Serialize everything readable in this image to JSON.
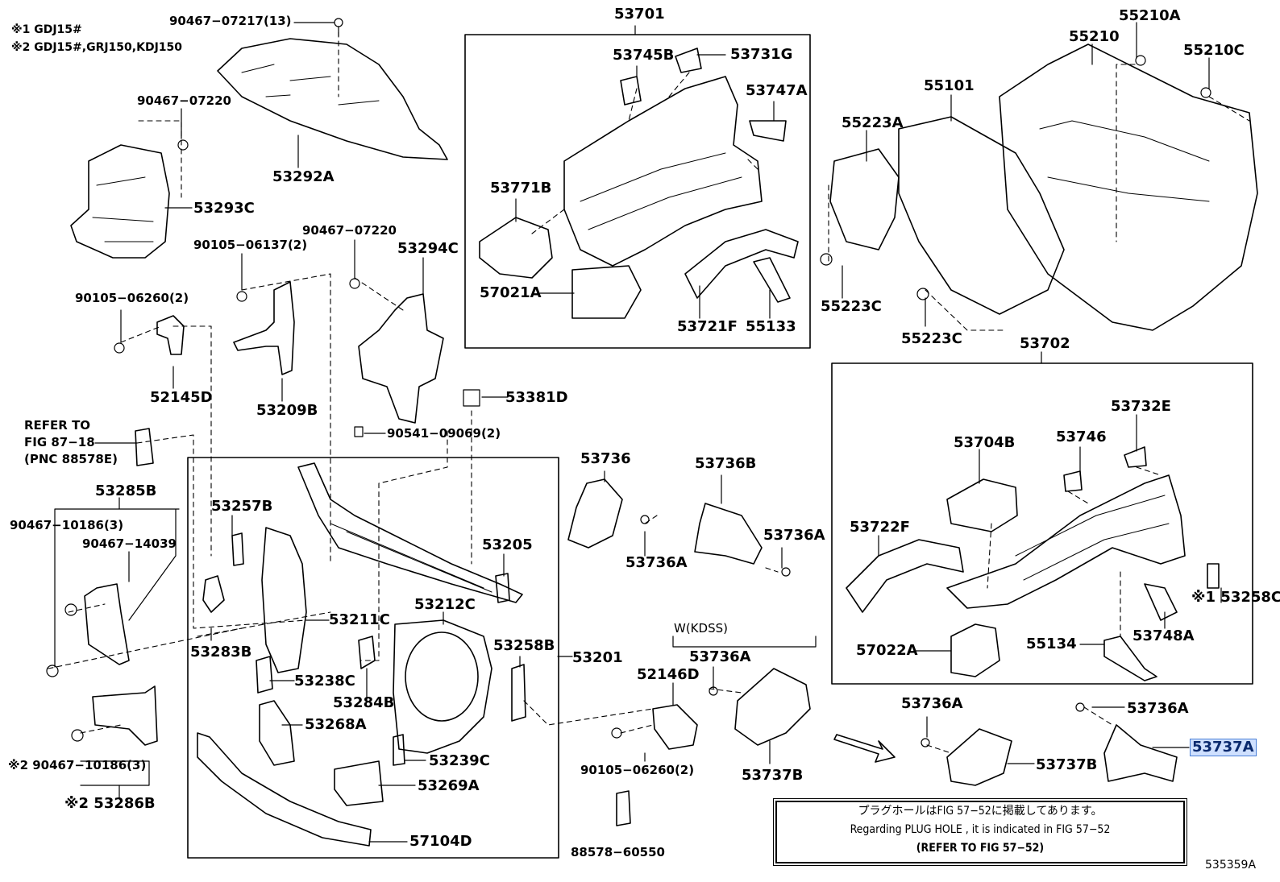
{
  "header": {
    "note1": "※1 GDJ15#",
    "note2": "※2 GDJ15#,GRJ150,KDJ150"
  },
  "footer": {
    "diagram_id": "535359A",
    "plug_note_jp": "プラグホールはFIG 57−52に掲載してあります。",
    "plug_note_en": "Regarding  PLUG  HOLE , it is indicated in FIG  57−52",
    "plug_note_ref": "(REFER  TO  FIG  57−52)"
  },
  "refer": {
    "line1": "REFER  TO",
    "line2": "FIG  87−18",
    "line3": "(PNC  88578E)"
  },
  "wkdss": "W(KDSS)",
  "labels": {
    "p90467_07217": "90467−07217(13)",
    "p90467_07220a": "90467−07220",
    "p53292A": "53292A",
    "p53293C": "53293C",
    "p90105_06137": "90105−06137(2)",
    "p90467_07220b": "90467−07220",
    "p53294C": "53294C",
    "p90105_06260a": "90105−06260(2)",
    "p52145D": "52145D",
    "p53209B": "53209B",
    "p53381D": "53381D",
    "p90541_09069": "90541−09069(2)",
    "p53285B": "53285B",
    "p90467_10186a": "90467−10186(3)",
    "p90467_14039": "90467−14039",
    "p53257B": "53257B",
    "p53205": "53205",
    "p53211C": "53211C",
    "p53212C": "53212C",
    "p53283B": "53283B",
    "p53238C": "53238C",
    "p53284B": "53284B",
    "p53258B": "53258B",
    "p53201": "53201",
    "p53268A": "53268A",
    "p53239C": "53239C",
    "p53269A": "53269A",
    "p57104D": "57104D",
    "p90467_10186b": "※2 90467−10186(3)",
    "p53286B": "※2 53286B",
    "p53701": "53701",
    "p53745B": "53745B",
    "p53731G": "53731G",
    "p53747A": "53747A",
    "p53771B": "53771B",
    "p57021A": "57021A",
    "p53721F": "53721F",
    "p55133": "55133",
    "p53736": "53736",
    "p53736B": "53736B",
    "p53736A_1": "53736A",
    "p53736A_2": "53736A",
    "p52146D": "52146D",
    "p53736A_3": "53736A",
    "p90105_06260b": "90105−06260(2)",
    "p53737B_1": "53737B",
    "p88578_60550": "88578−60550",
    "p55210A": "55210A",
    "p55210": "55210",
    "p55210C": "55210C",
    "p55101": "55101",
    "p55223A": "55223A",
    "p55223C_1": "55223C",
    "p55223C_2": "55223C",
    "p53702": "53702",
    "p53732E": "53732E",
    "p53704B": "53704B",
    "p53746": "53746",
    "p53722F": "53722F",
    "p53258C": "※1 53258C",
    "p53748A": "53748A",
    "p57022A": "57022A",
    "p55134": "55134",
    "p53736A_4": "53736A",
    "p53736A_5": "53736A",
    "p53737B_2": "53737B",
    "p53737A": "53737A"
  }
}
